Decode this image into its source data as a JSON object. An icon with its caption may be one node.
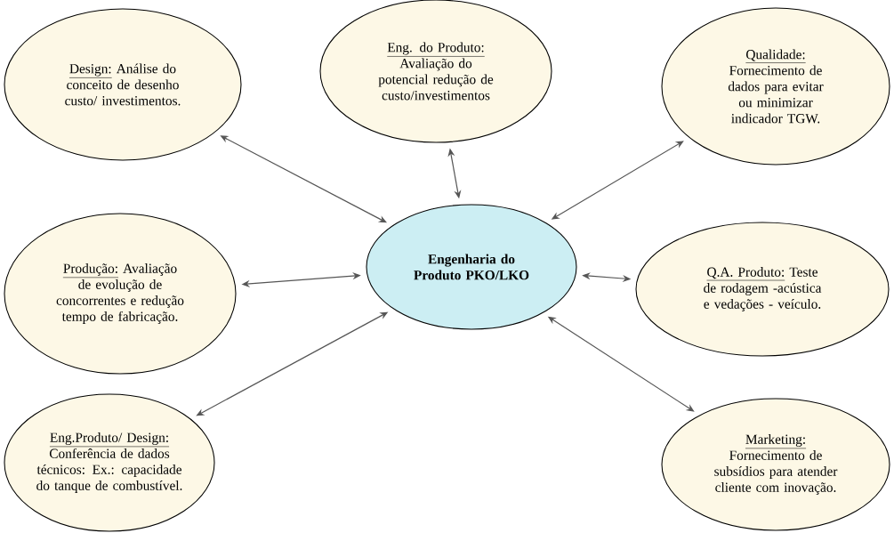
{
  "diagram": {
    "nodes": [
      {
        "text": [
          "Design:",
          "Análise do conceito de desenho custo/ investimentos."
        ]
      },
      {
        "text": [
          "Eng. do Produto:",
          "Avaliação do potencial redução de custo/investimentos"
        ]
      },
      {
        "text": [
          "Qualidade:",
          "Fornecimento de dados para evitar ou minimizar indicador TGW."
        ]
      },
      {
        "text": [
          "Produção:",
          "Avaliação de evolução de concorrentes e redução tempo de fabricação."
        ]
      },
      {
        "text": [
          "Engenharia do Produto PKO/LKO"
        ]
      },
      {
        "text": [
          "Q.A. Produto:",
          "Teste de rodagem -acústica e vedações - veículo."
        ]
      },
      {
        "text": [
          "Eng.Produto/ Design:",
          "Conferência de dados técnicos: Ex.: capacidade do tanque de combustível."
        ]
      },
      {
        "text": [
          "Marketing:",
          "Fornecimento de subsídios para atender cliente com inovação."
        ]
      }
    ],
    "edges": [
      {
        "from": 4,
        "to": 0,
        "arrow": "both"
      },
      {
        "from": 4,
        "to": 1,
        "arrow": "both"
      },
      {
        "from": 4,
        "to": 2,
        "arrow": "both"
      },
      {
        "from": 4,
        "to": 3,
        "arrow": "both"
      },
      {
        "from": 4,
        "to": 5,
        "arrow": "both"
      },
      {
        "from": 4,
        "to": 6,
        "arrow": "both"
      },
      {
        "from": 4,
        "to": 7,
        "arrow": "both"
      }
    ]
  }
}
